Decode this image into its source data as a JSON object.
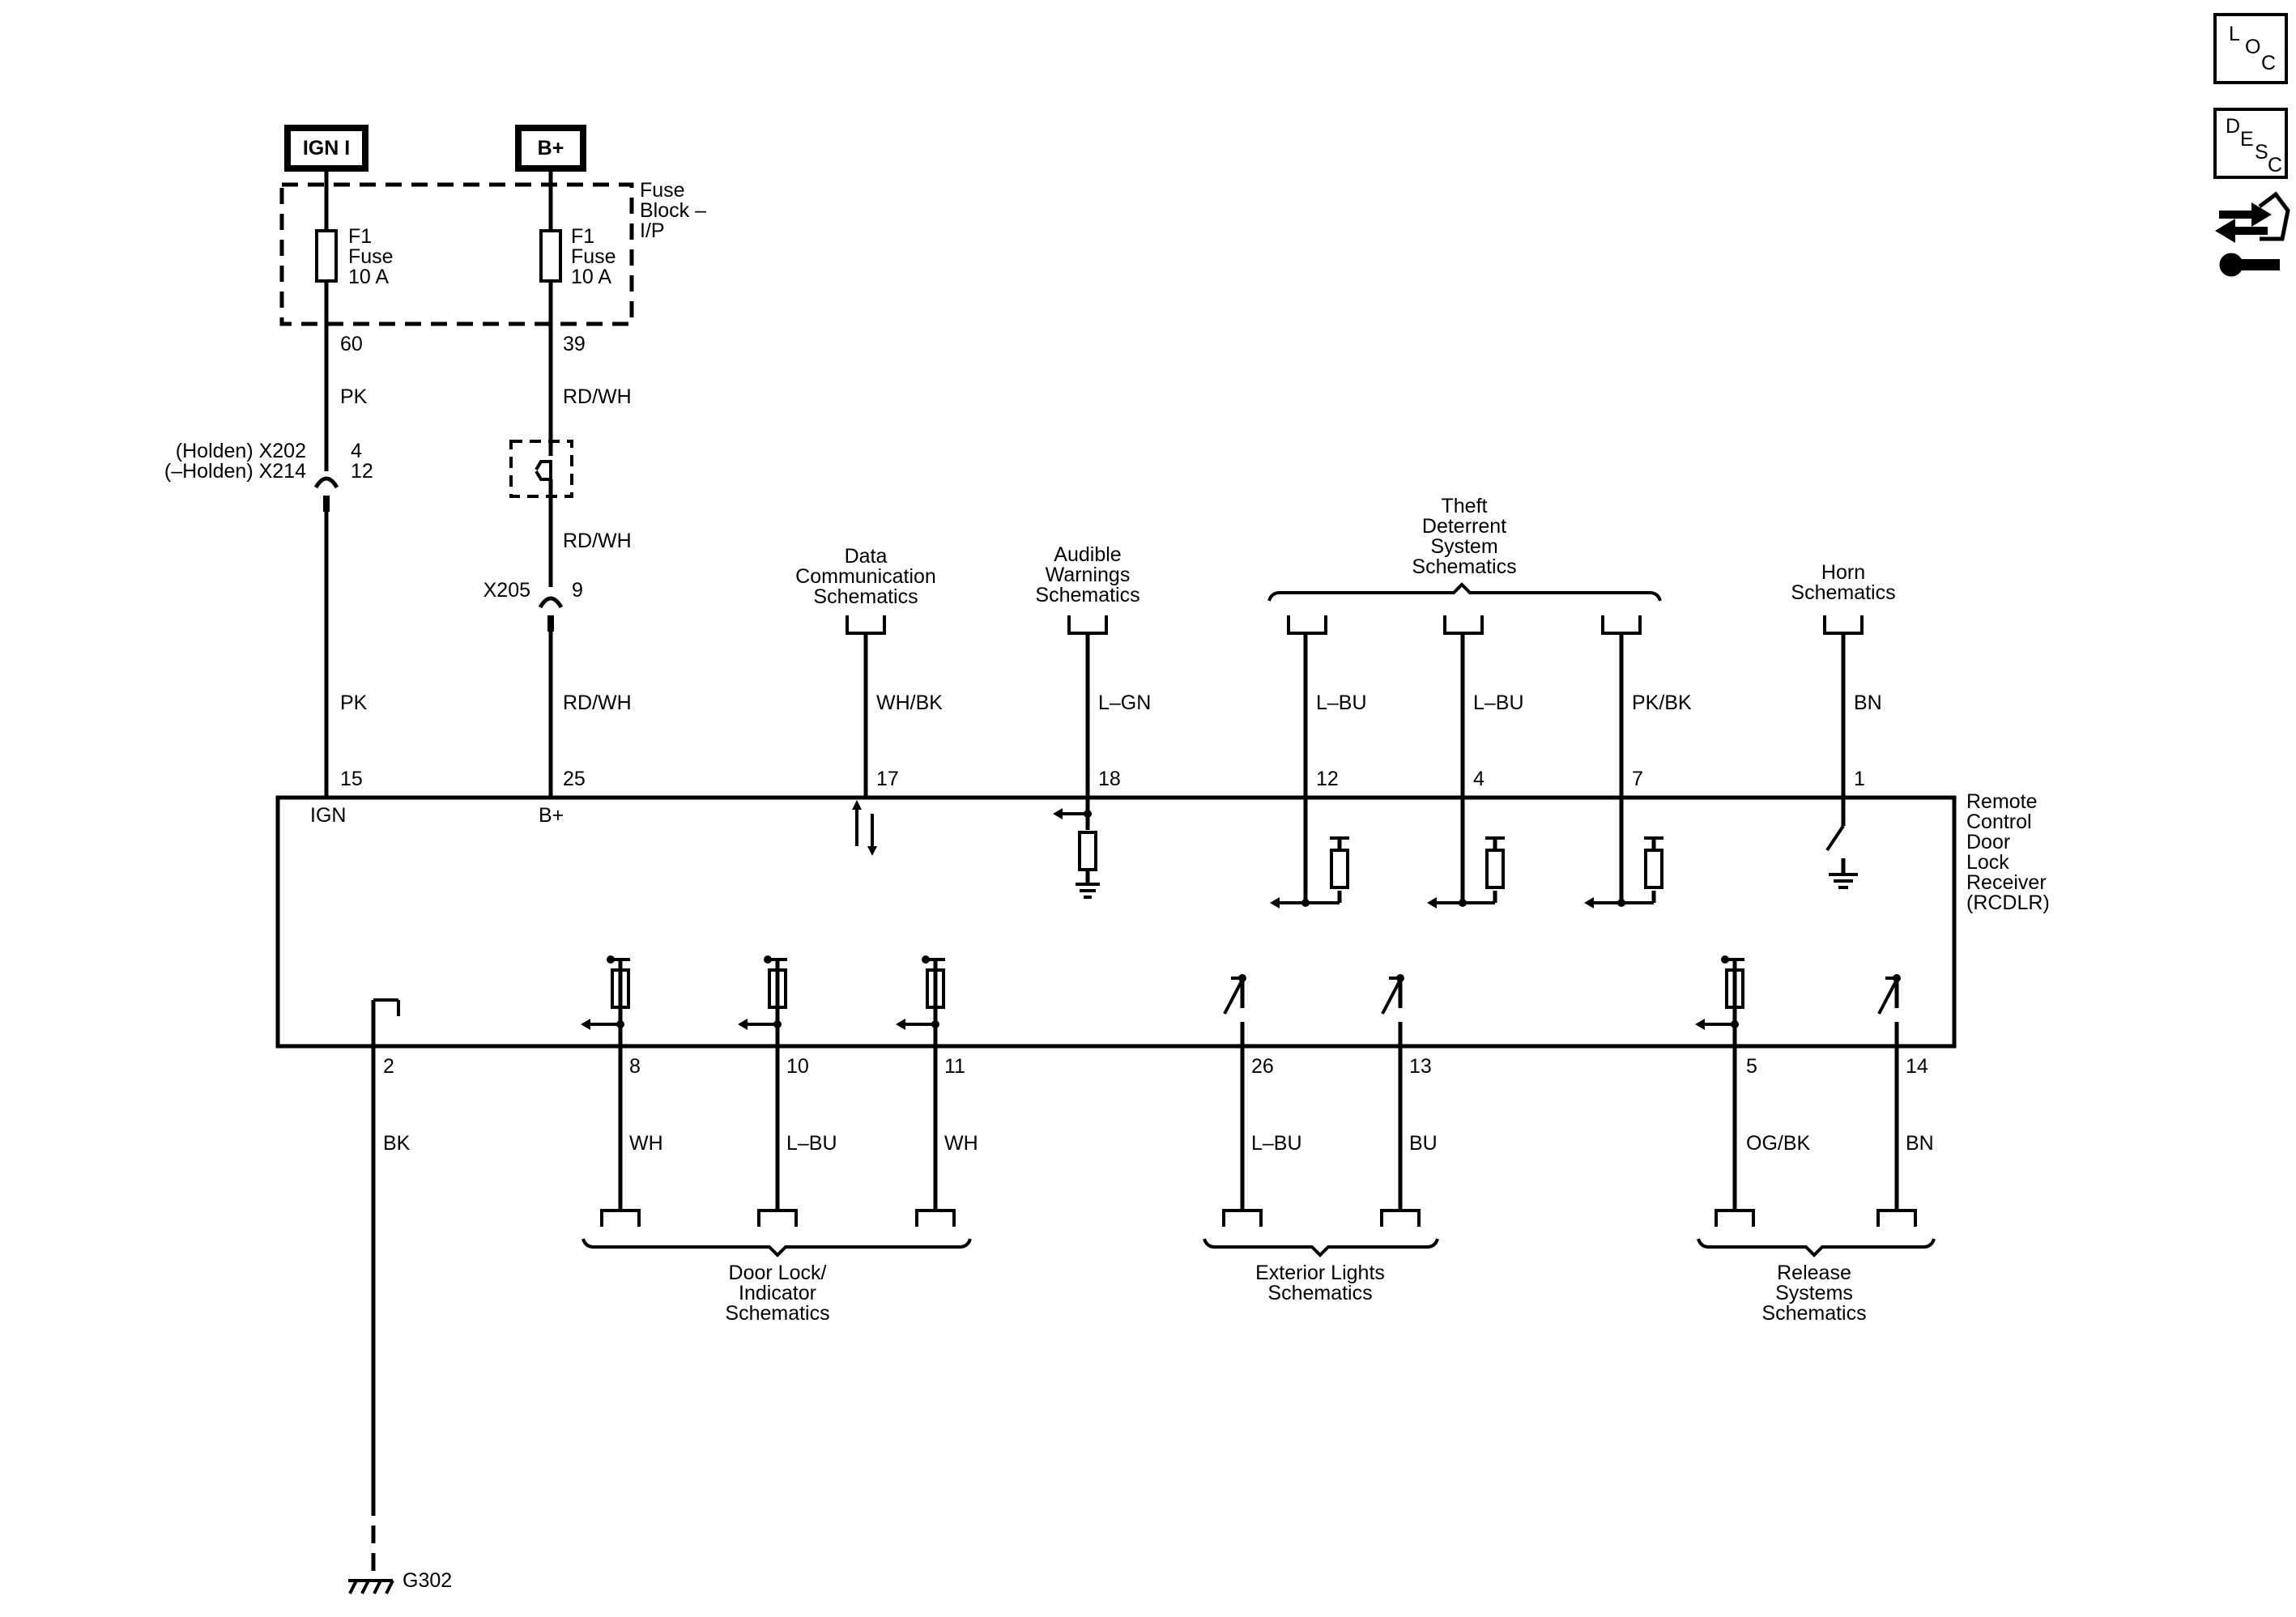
{
  "title": "",
  "power": {
    "ign_label": "IGN I",
    "bplus_label": "B+",
    "fuse_block_label": [
      "Fuse",
      "Block –",
      "I/P"
    ],
    "fuse1": [
      "F1",
      "Fuse",
      "10 A"
    ],
    "fuse2": [
      "F1",
      "Fuse",
      "10 A"
    ],
    "fuse1_pin": "60",
    "fuse2_pin": "39"
  },
  "wires": {
    "ign_color_top": "PK",
    "ign_color_bottom": "PK",
    "bplus_color_1": "RD/WH",
    "bplus_color_2": "RD/WH",
    "bplus_color_3": "RD/WH",
    "ign_connector_line1": "(Holden) X202",
    "ign_connector_line2": "(–Holden) X214",
    "ign_connector_pin1": "4",
    "ign_connector_pin2": "12",
    "x205_label": "X205",
    "x205_pin": "9"
  },
  "module": {
    "name_lines": [
      "Remote",
      "Control",
      "Door",
      "Lock",
      "Receiver",
      "(RCDLR)"
    ],
    "ign_pin_label": "IGN",
    "bplus_pin_label": "B+"
  },
  "top_pins": [
    {
      "pin": "15",
      "color": "PK"
    },
    {
      "pin": "25",
      "color": "RD/WH"
    },
    {
      "pin": "17",
      "color": "WH/BK"
    },
    {
      "pin": "18",
      "color": "L–GN"
    },
    {
      "pin": "12",
      "color": "L–BU"
    },
    {
      "pin": "4",
      "color": "L–BU"
    },
    {
      "pin": "7",
      "color": "PK/BK"
    },
    {
      "pin": "1",
      "color": "BN"
    }
  ],
  "bottom_pins": [
    {
      "pin": "2",
      "color": "BK"
    },
    {
      "pin": "8",
      "color": "WH"
    },
    {
      "pin": "10",
      "color": "L–BU"
    },
    {
      "pin": "11",
      "color": "WH"
    },
    {
      "pin": "26",
      "color": "L–BU"
    },
    {
      "pin": "13",
      "color": "BU"
    },
    {
      "pin": "5",
      "color": "OG/BK"
    },
    {
      "pin": "14",
      "color": "BN"
    }
  ],
  "references": {
    "data_comm": [
      "Data",
      "Communication",
      "Schematics"
    ],
    "audible": [
      "Audible",
      "Warnings",
      "Schematics"
    ],
    "theft": [
      "Theft",
      "Deterrent",
      "System",
      "Schematics"
    ],
    "horn": [
      "Horn",
      "Schematics"
    ],
    "door_lock": [
      "Door Lock/",
      "Indicator",
      "Schematics"
    ],
    "exterior": [
      "Exterior Lights",
      "Schematics"
    ],
    "release": [
      "Release",
      "Systems",
      "Schematics"
    ]
  },
  "ground": {
    "label": "G302"
  },
  "side_icons": {
    "loc": {
      "l1": "L",
      "l2": "O",
      "l3": "C"
    },
    "desc": {
      "l1": "D",
      "l2": "E",
      "l3": "S",
      "l4": "C"
    },
    "nav_icon": "arrows-wrench-icon"
  }
}
